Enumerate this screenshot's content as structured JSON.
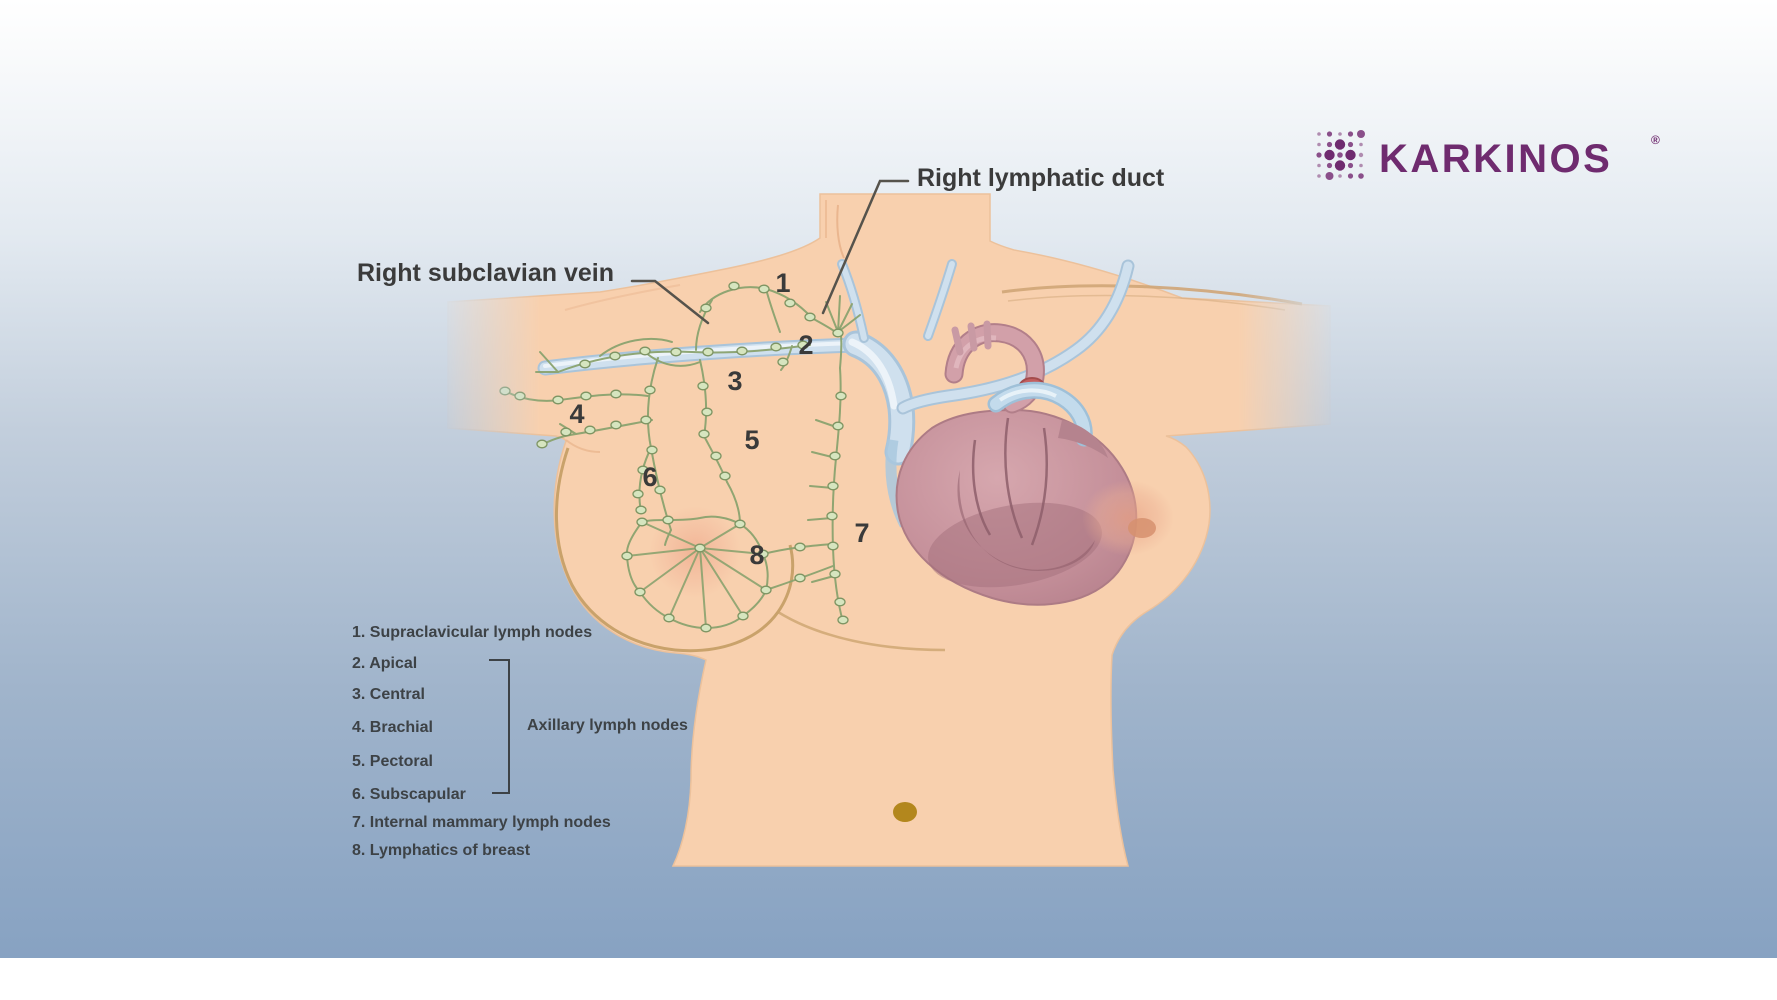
{
  "brand": {
    "name": "KARKINOS",
    "registered": "®",
    "color": "#6f2b6f",
    "icon": "karkinos-dot-matrix-icon"
  },
  "figure": {
    "callouts": {
      "lymphatic_duct": "Right lymphatic duct",
      "subclavian_vein": "Right subclavian vein"
    },
    "markers": [
      "1",
      "2",
      "3",
      "4",
      "5",
      "6",
      "7",
      "8"
    ]
  },
  "legend": {
    "items": [
      "1. Supraclavicular lymph nodes",
      "2. Apical",
      "3. Central",
      "4. Brachial",
      "5. Pectoral",
      "6. Subscapular",
      "7. Internal mammary lymph nodes",
      "8. Lymphatics of breast"
    ],
    "bracket_label": "Axillary lymph nodes"
  },
  "colors": {
    "background_top": "#ffffff",
    "background_bottom": "#87a2c2",
    "footer": "#ffffff",
    "skin": "#f8d0ae",
    "lymph_vessel": "#8ba36f",
    "lymph_node_fill": "#d6e5bf",
    "vein_blue": "#cfe0ee",
    "heart_pink": "#c5909a",
    "breast_outline_tan": "#c9a26b",
    "navel_gold": "#b3871d",
    "label_text": "#3b3b3b"
  }
}
